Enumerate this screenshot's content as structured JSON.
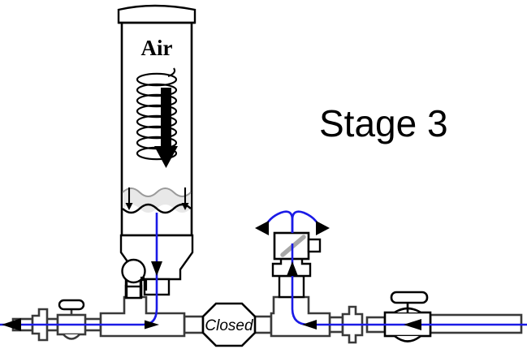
{
  "diagram": {
    "title": "Stage 3",
    "type": "pneumatic-hydraulic-schematic",
    "labels": {
      "air_chamber": "Air",
      "stage": "Stage 3",
      "closed_valve": "Closed"
    },
    "colors": {
      "flow_line": "#1a1ae6",
      "outline": "#3a3a3a",
      "outline_dark": "#000000",
      "water_fill": "#e8e8e8",
      "water_surface": "#9a9a9a",
      "solenoid_stripe": "#a8a8a8",
      "background": "#ffffff"
    },
    "components": [
      {
        "name": "pressure-tank",
        "label": "Air",
        "state": "air compressed, water discharging"
      },
      {
        "name": "tank-cap",
        "label": ""
      },
      {
        "name": "spring-coil",
        "label": "",
        "turns": 8
      },
      {
        "name": "air-pressure-arrow",
        "label": "",
        "direction": "down"
      },
      {
        "name": "water-band",
        "label": "",
        "direction": "down"
      },
      {
        "name": "tank-funnel",
        "label": ""
      },
      {
        "name": "left-tee",
        "label": ""
      },
      {
        "name": "pressure-gauge",
        "label": ""
      },
      {
        "name": "left-ball-valve",
        "label": ""
      },
      {
        "name": "left-union-fitting",
        "label": ""
      },
      {
        "name": "closed-check-valve",
        "label": "Closed",
        "state": "Closed"
      },
      {
        "name": "right-tee",
        "label": ""
      },
      {
        "name": "solenoid-valve",
        "label": "",
        "state": "venting"
      },
      {
        "name": "right-union-fitting",
        "label": ""
      },
      {
        "name": "right-ball-valve",
        "label": ""
      },
      {
        "name": "inlet-pipe",
        "label": ""
      },
      {
        "name": "outlet-pipe",
        "label": ""
      },
      {
        "name": "vent-arrows",
        "label": "",
        "direction": "up-and-out"
      }
    ],
    "flow": {
      "outlet_direction": "left",
      "inlet_direction": "from right",
      "vent_direction": "up to atmosphere",
      "tank_direction": "down"
    }
  }
}
